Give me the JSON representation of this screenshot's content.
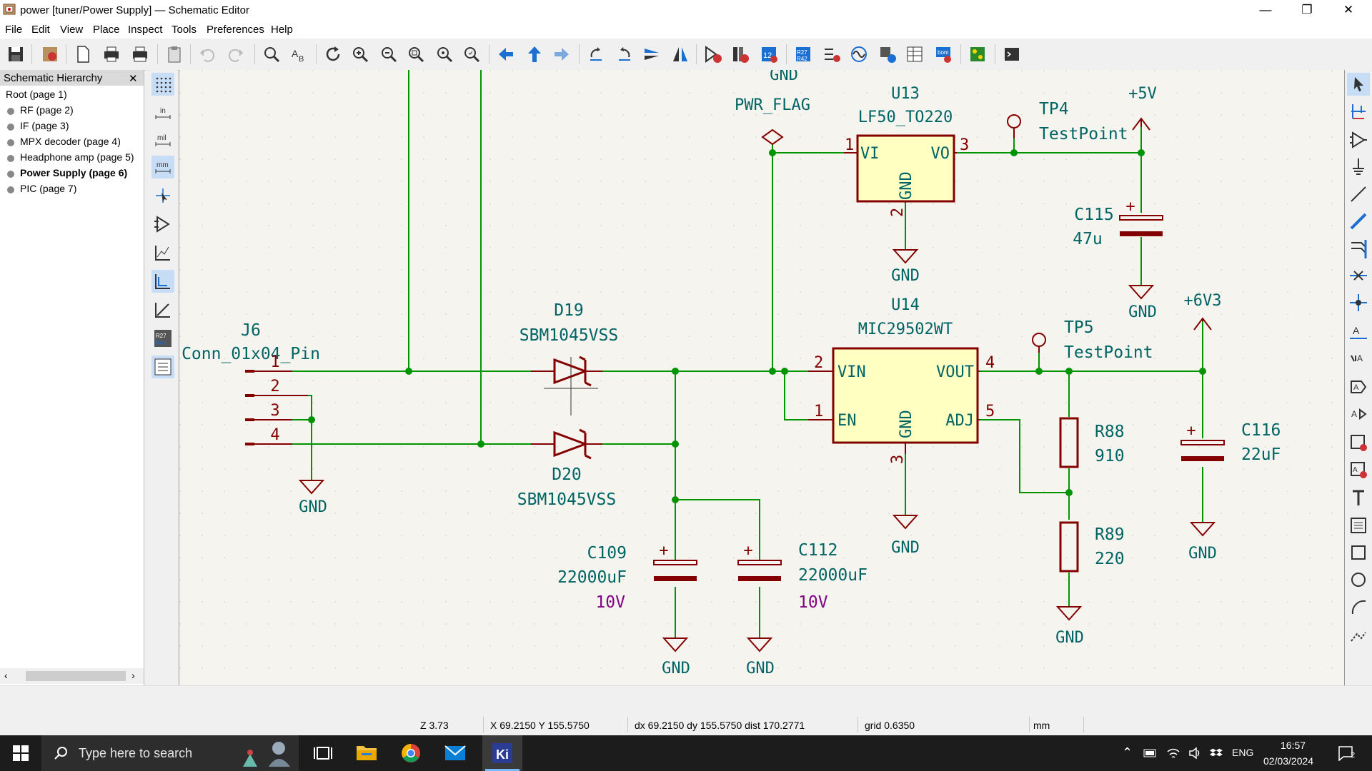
{
  "window": {
    "title": "power [tuner/Power Supply] — Schematic Editor",
    "minimize_icon": "minimize-icon",
    "restore_icon": "restore-icon",
    "close_icon": "close-icon"
  },
  "menu": [
    "File",
    "Edit",
    "View",
    "Place",
    "Inspect",
    "Tools",
    "Preferences",
    "Help"
  ],
  "hierarchy": {
    "title": "Schematic Hierarchy",
    "close_glyph": "✕",
    "items": [
      {
        "label": "Root (page 1)",
        "bold": false
      },
      {
        "label": "RF (page 2)",
        "bold": false
      },
      {
        "label": "IF (page 3)",
        "bold": false
      },
      {
        "label": "MPX decoder (page 4)",
        "bold": false
      },
      {
        "label": "Headphone amp (page 5)",
        "bold": false
      },
      {
        "label": "Power Supply (page 6)",
        "bold": true
      },
      {
        "label": "PIC (page 7)",
        "bold": false
      }
    ]
  },
  "left_toolbar": {
    "units_in": "in",
    "units_mil": "mil",
    "units_mm": "mm"
  },
  "schematic": {
    "colors": {
      "wire": "#009400",
      "body": "#840000",
      "fill": "#ffffc2",
      "text": "#006464",
      "value_purple": "#840084",
      "background": "#f5f4ef"
    },
    "labels": {
      "gnd_top": "GND",
      "pwr_flag": "PWR_FLAG",
      "u13_ref": "U13",
      "u13_val": "LF50_TO220",
      "u13_vi": "VI",
      "u13_vo": "VO",
      "u13_gnd": "GND",
      "u13_p1": "1",
      "u13_p2": "2",
      "u13_p3": "3",
      "gnd_u13": "GND",
      "tp4_ref": "TP4",
      "tp4_val": "TestPoint",
      "p5v": "+5V",
      "c115_ref": "C115",
      "c115_val": "47u",
      "gnd_c115": "GND",
      "j6_ref": "J6",
      "j6_val": "Conn_01x04_Pin",
      "j6_p1": "1",
      "j6_p2": "2",
      "j6_p3": "3",
      "j6_p4": "4",
      "gnd_j6": "GND",
      "d19_ref": "D19",
      "d19_val": "SBM1045VSS",
      "d20_ref": "D20",
      "d20_val": "SBM1045VSS",
      "u14_ref": "U14",
      "u14_val": "MIC29502WT",
      "u14_vin": "VIN",
      "u14_vout": "VOUT",
      "u14_en": "EN",
      "u14_adj": "ADJ",
      "u14_gnd": "GND",
      "u14_p1": "1",
      "u14_p2": "2",
      "u14_p3": "3",
      "u14_p4": "4",
      "u14_p5": "5",
      "gnd_u14": "GND",
      "tp5_ref": "TP5",
      "tp5_val": "TestPoint",
      "p6v3": "+6V3",
      "r88_ref": "R88",
      "r88_val": "910",
      "r89_ref": "R89",
      "r89_val": "220",
      "gnd_r89": "GND",
      "c116_ref": "C116",
      "c116_val": "22uF",
      "gnd_c116": "GND",
      "c109_ref": "C109",
      "c109_val": "22000uF",
      "c109_volt": "10V",
      "gnd_c109": "GND",
      "c112_ref": "C112",
      "c112_val": "22000uF",
      "c112_volt": "10V",
      "gnd_c112": "GND",
      "plus": "+"
    }
  },
  "status": {
    "zoom": "Z 3.73",
    "cursor": "X 69.2150  Y 155.5750",
    "delta": "dx 69.2150  dy 155.5750  dist 170.2771",
    "grid": "grid 0.6350",
    "units": "mm"
  },
  "taskbar": {
    "search_placeholder": "Type here to search",
    "language": "ENG",
    "time": "16:57",
    "date": "02/03/2024",
    "notifications": "2"
  }
}
